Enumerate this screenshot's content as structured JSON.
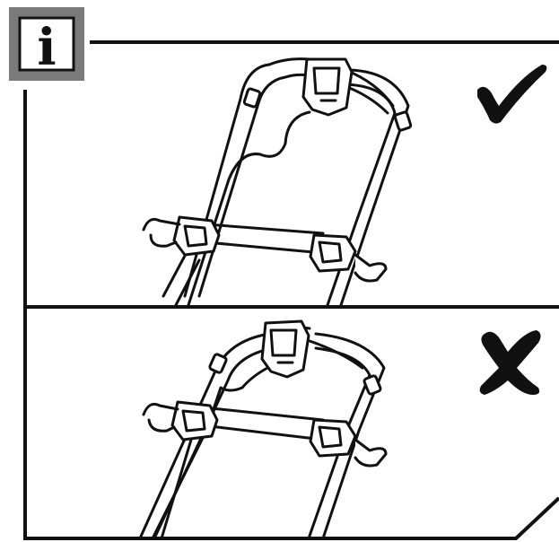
{
  "info_badge": {
    "letter": "i",
    "outer_color": "#7a7a7a",
    "inner_color": "#ffffff",
    "letter_color": "#111111"
  },
  "panels": [
    {
      "name": "correct-handle-position",
      "mark": "check-icon"
    },
    {
      "name": "incorrect-handle-position",
      "mark": "cross-icon"
    }
  ],
  "colors": {
    "line": "#111111",
    "paper": "#ffffff"
  }
}
